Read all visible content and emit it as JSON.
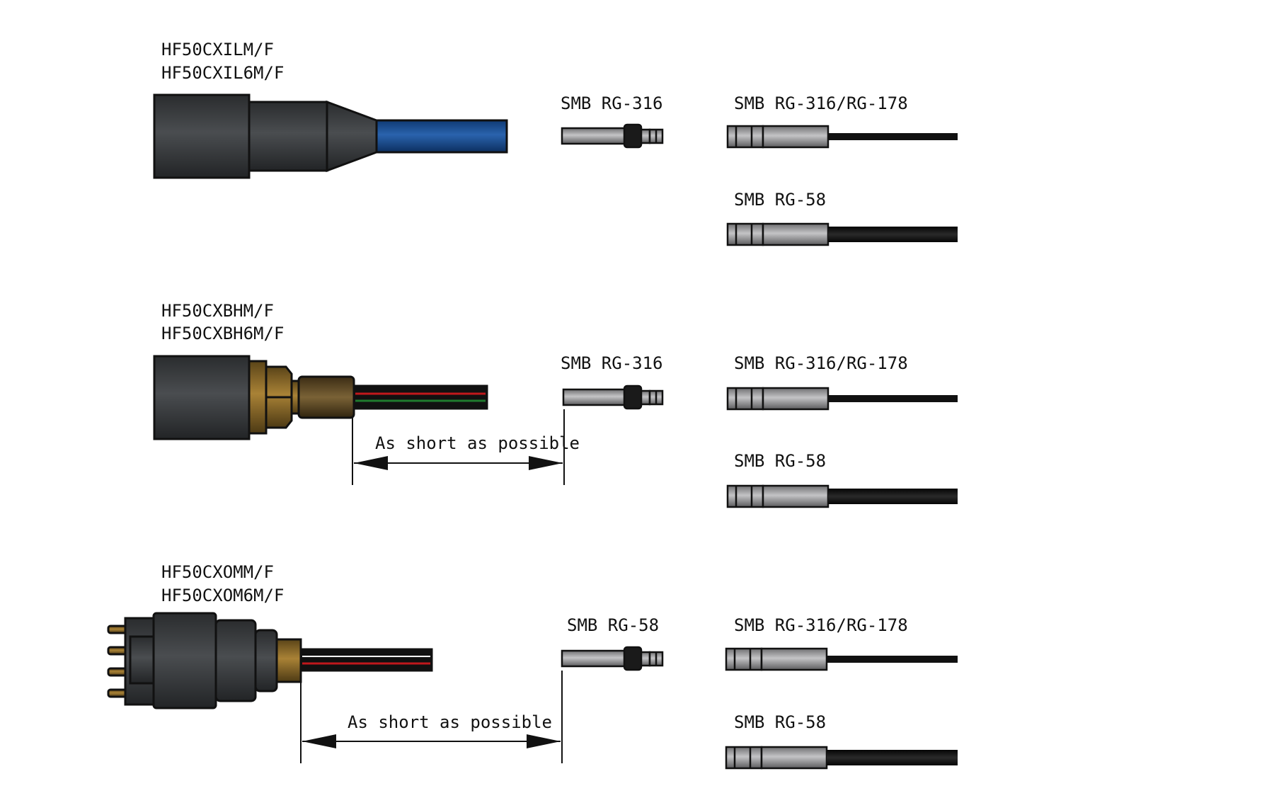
{
  "groups": [
    {
      "part_numbers": [
        "HF50CXILM/F",
        "HF50CXIL6M/F"
      ],
      "sub_label": "SMB RG-316",
      "option_labels": [
        "SMB RG-316/RG-178",
        "SMB RG-58"
      ]
    },
    {
      "part_numbers": [
        "HF50CXBHM/F",
        "HF50CXBH6M/F"
      ],
      "sub_label": "SMB RG-316",
      "option_labels": [
        "SMB RG-316/RG-178",
        "SMB RG-58"
      ],
      "dimension_label": "As short as possible"
    },
    {
      "part_numbers": [
        "HF50CXOMM/F",
        "HF50CXOM6M/F"
      ],
      "sub_label": "SMB RG-58",
      "option_labels": [
        "SMB RG-316/RG-178",
        "SMB RG-58"
      ],
      "dimension_label": "As short as possible"
    }
  ],
  "colors": {
    "ink": "#111111",
    "body_dark": "#3a3d3f",
    "cable_blue": "#1b4f94",
    "brass": "#8a6a2c",
    "brass_dark": "#5a4418",
    "wire_red": "#c0181c",
    "wire_green": "#1f7a2e",
    "sleeve_grey": "#9a9a9c"
  },
  "icons": [
    "connector-ilm-icon",
    "connector-bh-icon",
    "connector-om-icon",
    "smb-plug-icon",
    "smb-cable-thin-icon",
    "smb-cable-thick-icon",
    "dimension-arrow-icon"
  ]
}
